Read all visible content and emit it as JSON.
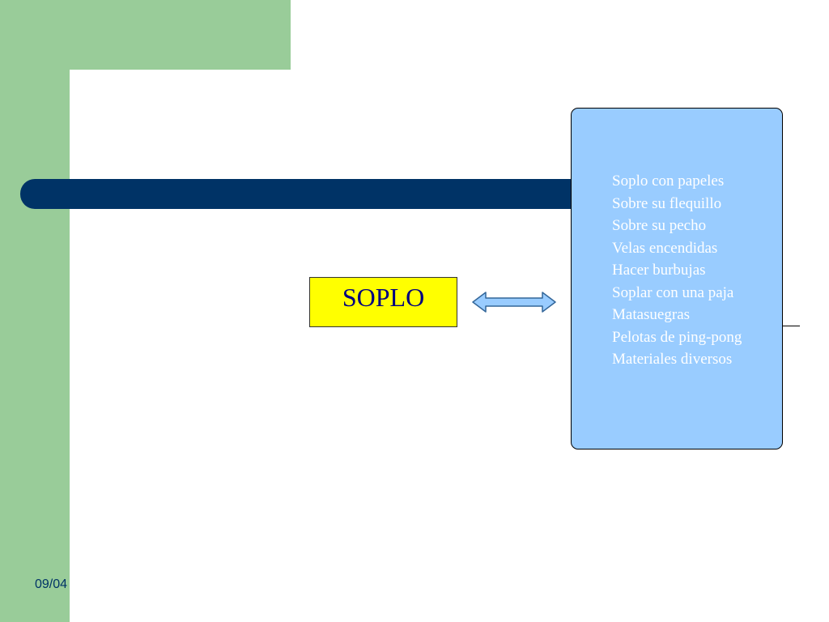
{
  "slide": {
    "date": "09/04",
    "main_concept": "SOPLO",
    "activities": [
      "Soplo con papeles",
      "Sobre su flequillo",
      "Sobre su pecho",
      "Velas encendidas",
      "Hacer burbujas",
      "Soplar con una paja",
      "Matasuegras",
      "Pelotas de ping-pong",
      "Materiales diversos"
    ]
  },
  "colors": {
    "background": "#ffffff",
    "green_band": "#99cc99",
    "navy_bar": "#003366",
    "concept_box_fill": "#ffff00",
    "concept_text": "#000080",
    "activities_box_fill": "#99ccff",
    "activities_text": "#ffffff",
    "arrow_fill": "#99ccff",
    "arrow_outline": "#336699"
  },
  "icons": {
    "connector": "double-headed-arrow-icon"
  }
}
